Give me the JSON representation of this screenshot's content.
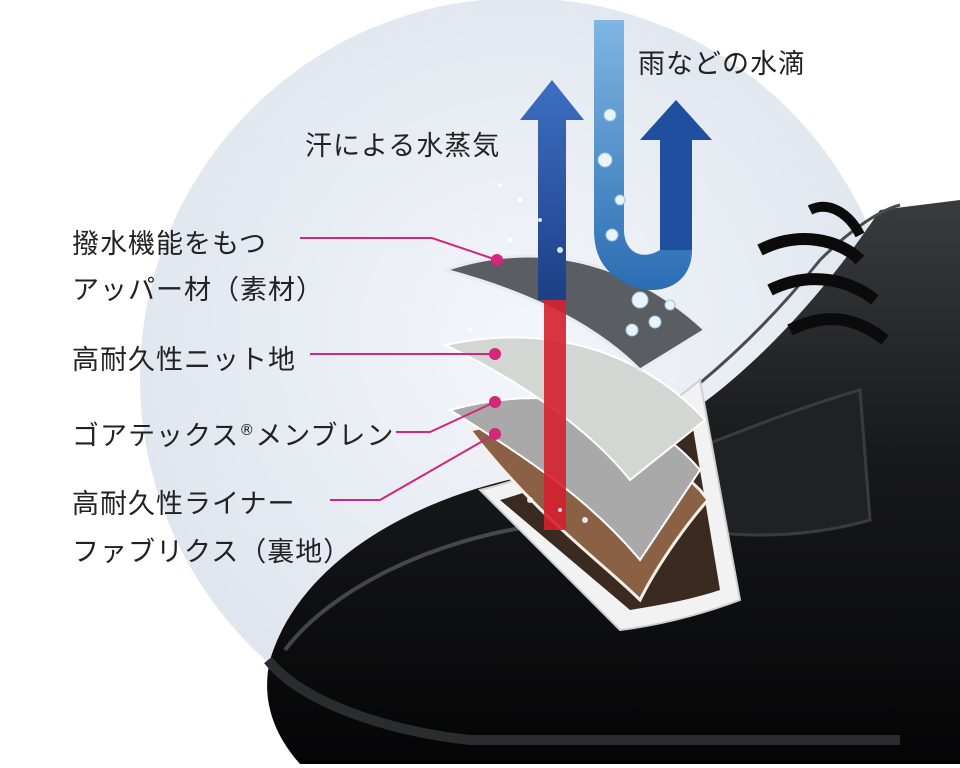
{
  "labels": {
    "rain": "雨などの水滴",
    "sweat": "汗による水蒸気",
    "upper_line1": "撥水機能をもつ",
    "upper_line2": "アッパー材（素材）",
    "knit": "高耐久性ニット地",
    "gore": "ゴアテックス",
    "gore_mark": "®",
    "gore_suffix": "メンブレン",
    "liner_line1": "高耐久性ライナー",
    "liner_line2": "ファブリクス（裏地）"
  },
  "colors": {
    "background_circle": "#e4e9f1",
    "leader_line": "#d4267a",
    "shoe": "#141416",
    "vapor_arrow": "#1f4f9e",
    "rain_arrow": "#3b86c8",
    "red_core": "#d5202f",
    "upper_layer": "#5a5d62",
    "knit_layer": "#d3d6d3",
    "membrane_layer": "#9c9c9c",
    "liner_layer": "#8a6144"
  }
}
